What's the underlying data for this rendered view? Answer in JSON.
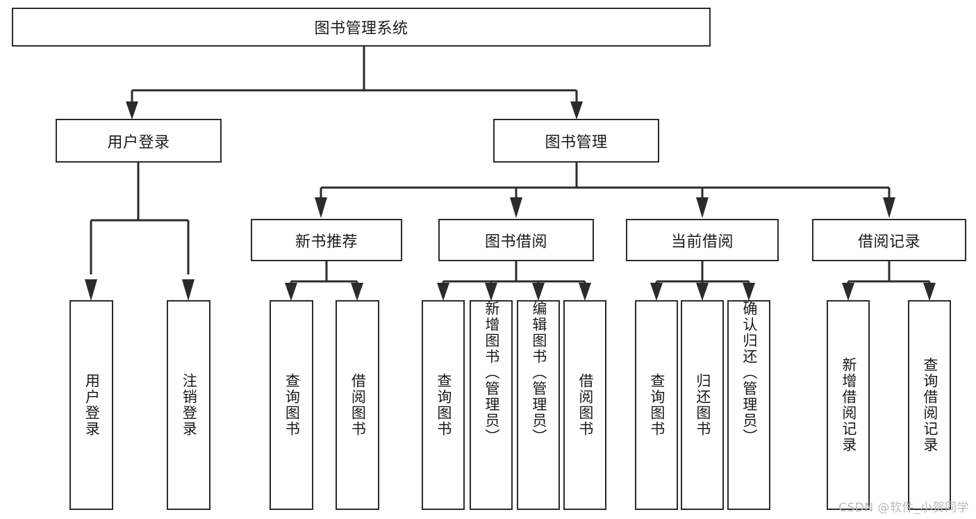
{
  "diagram": {
    "type": "tree",
    "title": "图书管理系统",
    "orientation": "top-down",
    "colors": {
      "stroke": "#2b2b2b",
      "box_fill": "#ffffff",
      "text": "#1a1a1a",
      "background": "#ffffff",
      "watermark": "#b9b9b9"
    },
    "root": {
      "label": "图书管理系统"
    },
    "level2": [
      {
        "label": "用户登录"
      },
      {
        "label": "图书管理"
      }
    ],
    "level3": [
      {
        "label": "新书推荐"
      },
      {
        "label": "图书借阅"
      },
      {
        "label": "当前借阅"
      },
      {
        "label": "借阅记录"
      }
    ],
    "leaves": {
      "user_login": [
        {
          "label": "用户登录"
        },
        {
          "label": "注销登录"
        }
      ],
      "new_book_recommend": [
        {
          "label": "查询图书"
        },
        {
          "label": "借阅图书"
        }
      ],
      "book_borrow": [
        {
          "label": "查询图书"
        },
        {
          "label": "新增图书（管理员）"
        },
        {
          "label": "编辑图书（管理员）"
        },
        {
          "label": "借阅图书"
        }
      ],
      "current_borrow": [
        {
          "label": "查询图书"
        },
        {
          "label": "归还图书"
        },
        {
          "label": "确认归还（管理员）"
        }
      ],
      "borrow_record": [
        {
          "label": "新增借阅记录"
        },
        {
          "label": "查询借阅记录"
        }
      ]
    }
  },
  "watermark": {
    "text": "CSDN @软件_小贺同学"
  }
}
